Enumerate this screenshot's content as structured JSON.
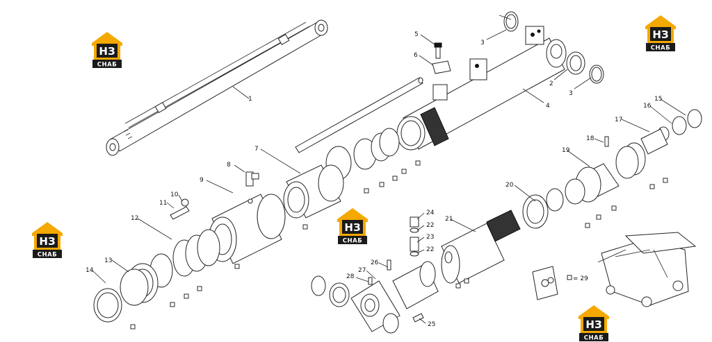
{
  "brand": {
    "logo_mark": "НЗ",
    "logo_word": "СНАБ",
    "colors": {
      "orange": "#f5a800",
      "dark": "#1a1a1a"
    }
  },
  "callouts": [
    {
      "id": "c1",
      "label": "1"
    },
    {
      "id": "c2",
      "label": "2"
    },
    {
      "id": "c3a",
      "label": "3"
    },
    {
      "id": "c3b",
      "label": "3"
    },
    {
      "id": "c4",
      "label": "4"
    },
    {
      "id": "c5",
      "label": "5"
    },
    {
      "id": "c6",
      "label": "6"
    },
    {
      "id": "c7",
      "label": "7"
    },
    {
      "id": "c8",
      "label": "8"
    },
    {
      "id": "c9",
      "label": "9"
    },
    {
      "id": "c10",
      "label": "10"
    },
    {
      "id": "c11",
      "label": "11"
    },
    {
      "id": "c12",
      "label": "12"
    },
    {
      "id": "c13",
      "label": "13"
    },
    {
      "id": "c14",
      "label": "14"
    },
    {
      "id": "c15",
      "label": "15"
    },
    {
      "id": "c16",
      "label": "16"
    },
    {
      "id": "c17",
      "label": "17"
    },
    {
      "id": "c18",
      "label": "18"
    },
    {
      "id": "c19",
      "label": "19"
    },
    {
      "id": "c20",
      "label": "20"
    },
    {
      "id": "c21",
      "label": "21"
    },
    {
      "id": "c22a",
      "label": "22"
    },
    {
      "id": "c22b",
      "label": "22"
    },
    {
      "id": "c23",
      "label": "23"
    },
    {
      "id": "c24",
      "label": "24"
    },
    {
      "id": "c25",
      "label": "25"
    },
    {
      "id": "c26",
      "label": "26"
    },
    {
      "id": "c27",
      "label": "27"
    },
    {
      "id": "c28",
      "label": "28"
    }
  ],
  "kit_note": "= 29"
}
